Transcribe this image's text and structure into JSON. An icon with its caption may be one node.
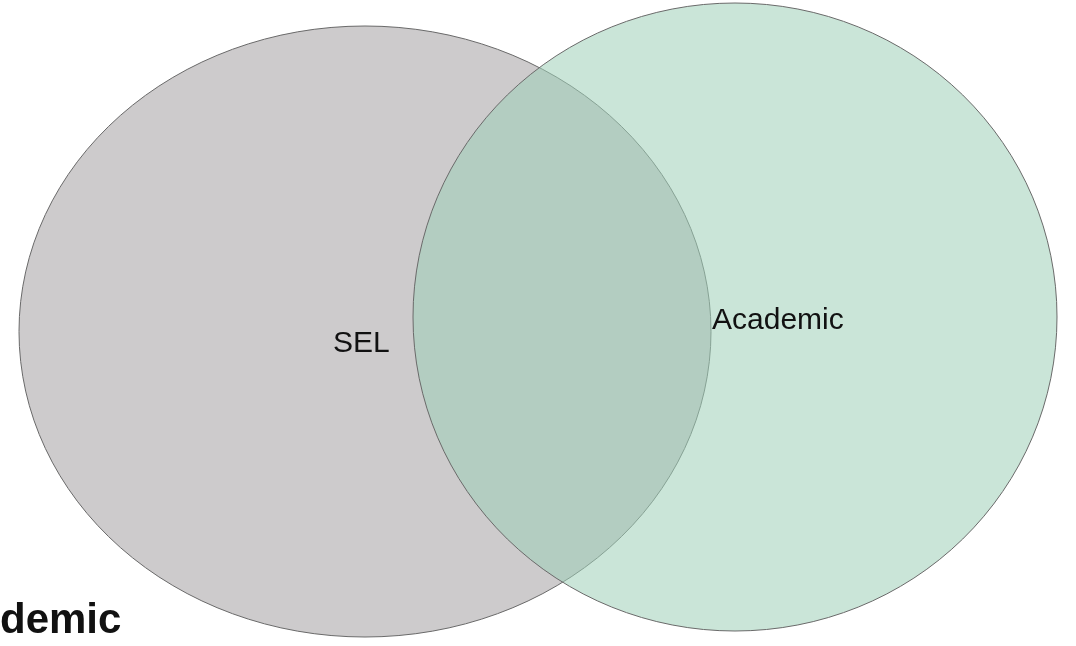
{
  "diagram": {
    "nodes": [
      {
        "text": [
          "SEL"
        ]
      },
      {
        "text": [
          "Academic"
        ]
      }
    ],
    "labels": [
      "demic"
    ]
  }
}
